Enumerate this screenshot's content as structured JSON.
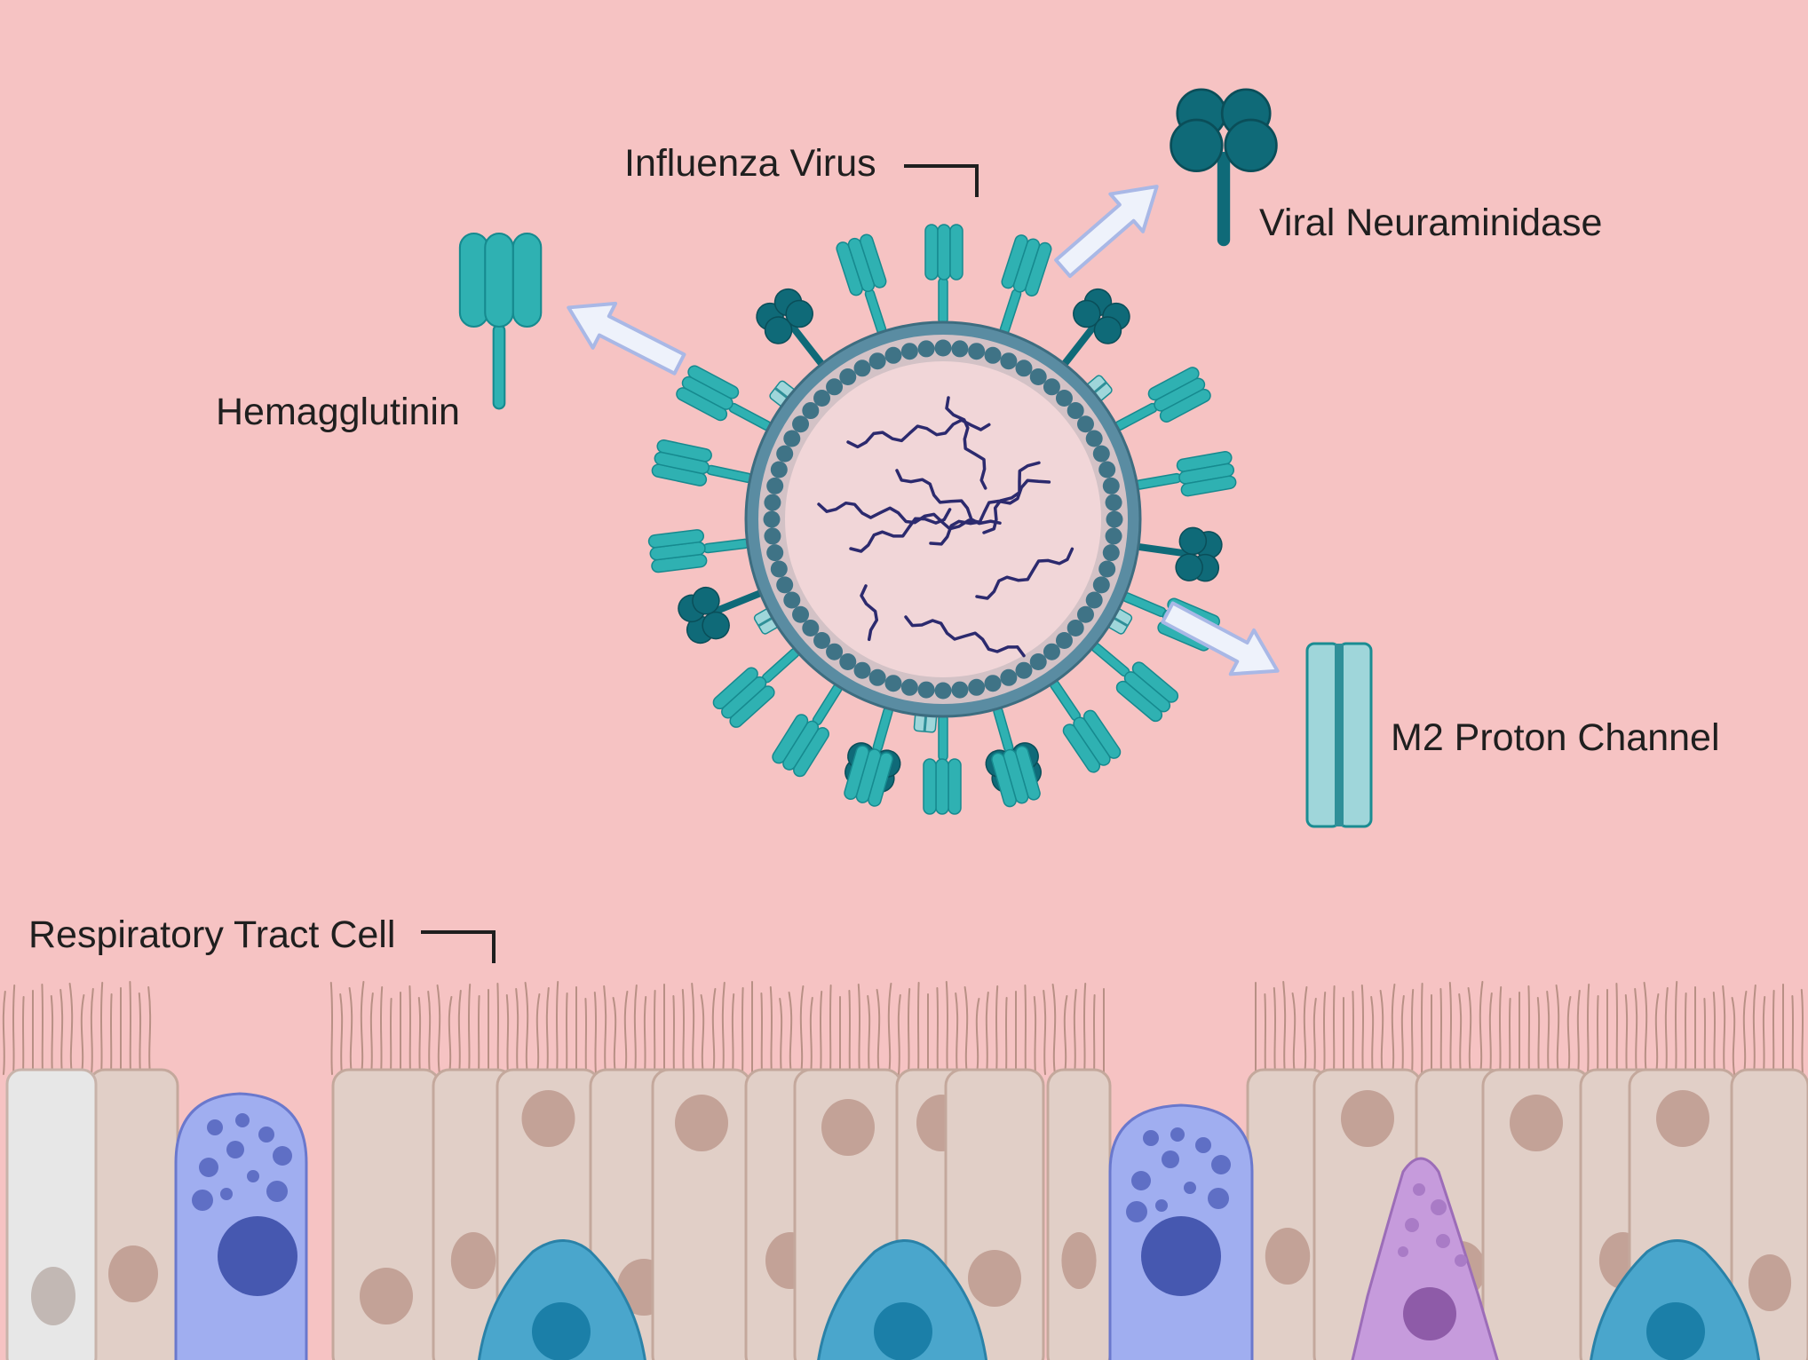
{
  "labels": {
    "influenza_virus": "Influenza Virus",
    "viral_neuraminidase": "Viral Neuraminidase",
    "hemagglutinin": "Hemagglutinin",
    "m2_proton_channel": "M2 Proton Channel",
    "respiratory_tract_cell": "Respiratory Tract Cell"
  },
  "colors": {
    "background": "#f6c3c3",
    "hemagglutinin": "#2fb1b2",
    "neuraminidase": "#0f6a78",
    "m2_channel": "#9fd6da",
    "envelope": "#5a8ca2",
    "matrix_protein": "#3f7386",
    "virus_interior": "#f1d6d8",
    "rna": "#2c2a6e",
    "epithelial_cell": "#e1cfc7",
    "epithelial_nucleus": "#c3a297",
    "goblet_cell": "#a0aef0",
    "goblet_nucleus": "#4658b0",
    "basal_cell": "#4aa6cc",
    "basal_nucleus": "#1b7fa8",
    "purple_cell": "#c69bdc",
    "white_cell": "#e7e7e7"
  }
}
